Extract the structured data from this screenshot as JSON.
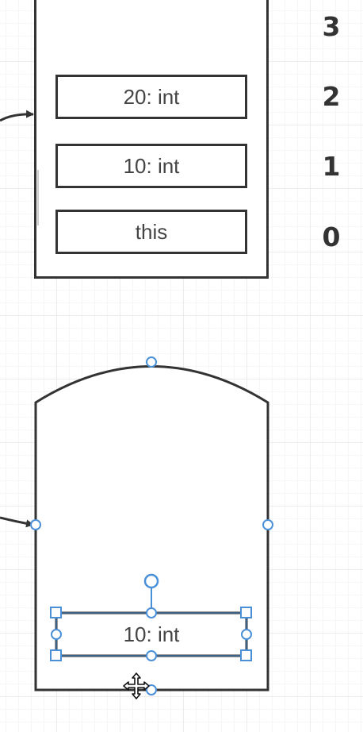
{
  "stack_frame_top": {
    "slots": [
      {
        "index": "3",
        "value": ""
      },
      {
        "index": "2",
        "value": "20: int"
      },
      {
        "index": "1",
        "value": "10: int"
      },
      {
        "index": "0",
        "value": "this"
      }
    ]
  },
  "stack_frame_new": {
    "selected_slot": {
      "value": "10: int"
    }
  },
  "colors": {
    "stroke": "#333333",
    "selection": "#4a90d9",
    "grid": "#ececec",
    "background": "#ffffff"
  },
  "icons": {
    "cursor": "move-cursor-icon"
  }
}
